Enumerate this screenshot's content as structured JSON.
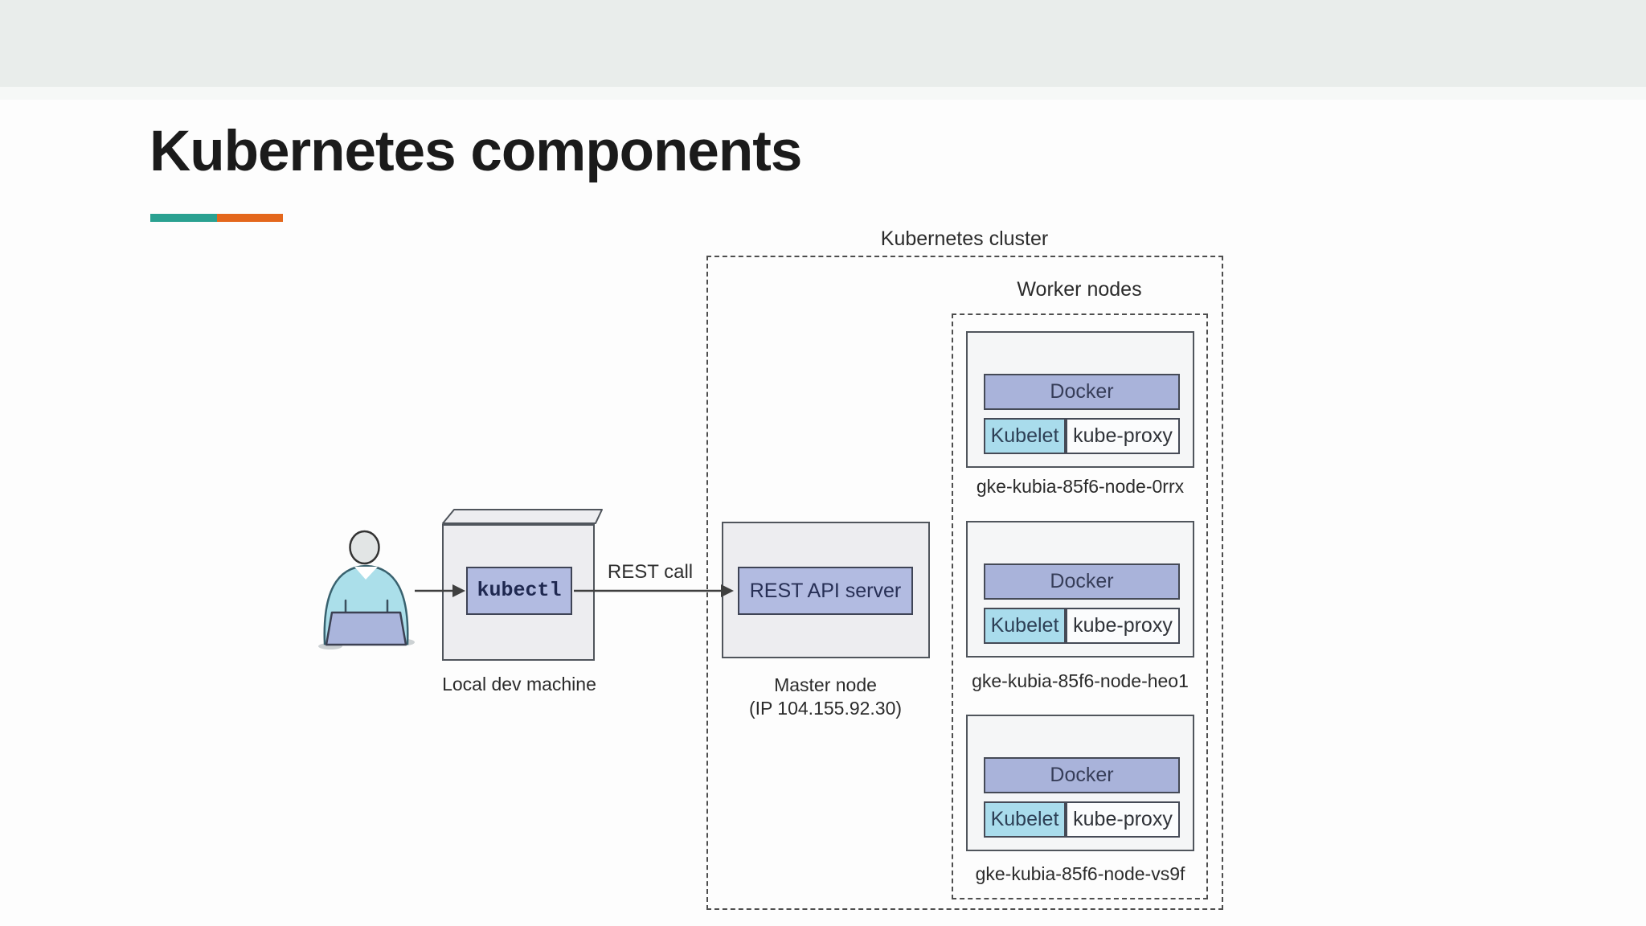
{
  "slide": {
    "title": "Kubernetes components"
  },
  "colors": {
    "header_band": "#e9edeb",
    "accent_teal": "#2aa191",
    "accent_orange": "#e4671c",
    "docker_fill": "#a9b3da",
    "kubelet_fill": "#a9dcec",
    "kube_proxy_fill": "#fbfcfd",
    "api_box_fill": "#b2bbe1",
    "node_fill": "#f5f6f7",
    "machine_fill": "#ededf0"
  },
  "diagram": {
    "cluster_label": "Kubernetes cluster",
    "worker_label": "Worker nodes",
    "rest_call_label": "REST call",
    "kubectl_label": "kubectl",
    "local_dev_label": "Local dev machine",
    "rest_api_label": "REST API server",
    "master_line1": "Master node",
    "master_line2": "(IP 104.155.92.30)",
    "nodes": [
      {
        "docker": "Docker",
        "kubelet": "Kubelet",
        "kube_proxy": "kube-proxy",
        "name": "gke-kubia-85f6-node-0rrx"
      },
      {
        "docker": "Docker",
        "kubelet": "Kubelet",
        "kube_proxy": "kube-proxy",
        "name": "gke-kubia-85f6-node-heo1"
      },
      {
        "docker": "Docker",
        "kubelet": "Kubelet",
        "kube_proxy": "kube-proxy",
        "name": "gke-kubia-85f6-node-vs9f"
      }
    ]
  }
}
